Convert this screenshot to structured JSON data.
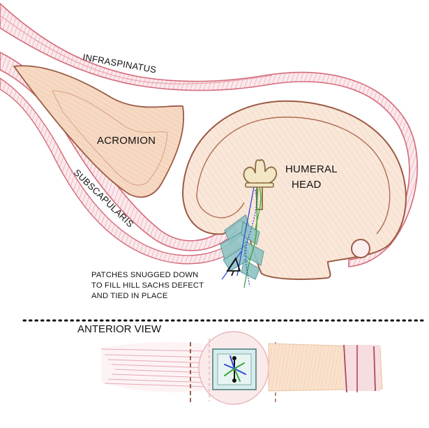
{
  "labels": {
    "infraspinatus": "INFRASPINATUS",
    "acromion": "ACROMION",
    "humeral_line1": "HUMERAL",
    "humeral_line2": "HEAD",
    "subscapularis": "SUBSCAPULARIS",
    "note_line1": "PATCHES SNUGGED DOWN",
    "note_line2": "TO FILL HILL SACHS DEFECT",
    "note_line3": "AND TIED IN PLACE",
    "anterior_view": "ANTERIOR VIEW"
  },
  "colors": {
    "muscle": "#d46a7a",
    "muscle_light": "#ecb4bc",
    "bone_outline": "#9c5a44",
    "bone_fill": "#f7e3d2",
    "patch": "#8fc4c4",
    "suture_blue": "#2d4bd8",
    "suture_green": "#3aa53a",
    "anchor_fill": "#f2e6c4"
  }
}
